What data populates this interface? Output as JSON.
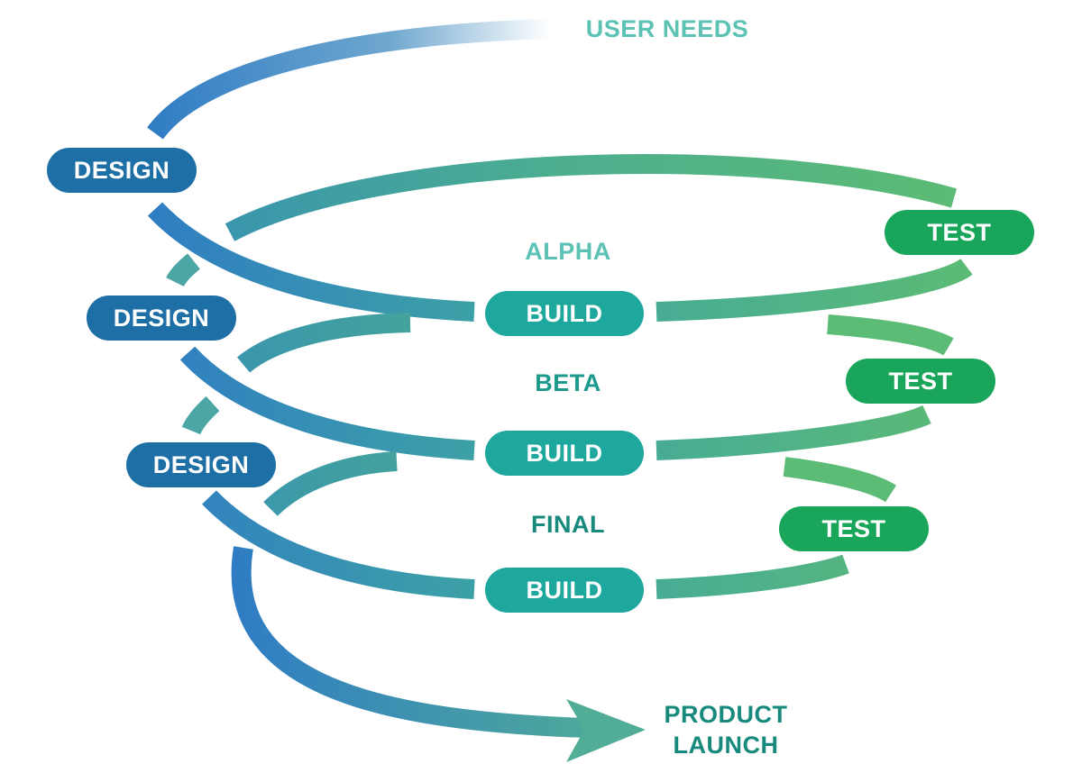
{
  "diagram": {
    "start_label": "USER NEEDS",
    "end_label_line1": "PRODUCT",
    "end_label_line2": "LAUNCH",
    "colors": {
      "blue": "#2f7cc4",
      "teal": "#3aa6a0",
      "green": "#57bb73",
      "design_fill": "#1d6fa6",
      "build_fill": "#1ea79c",
      "test_fill": "#1aa65a",
      "stage_label_light": "#5cc2b4",
      "stage_label_dark": "#178a7d"
    },
    "stages": [
      {
        "name": "ALPHA",
        "design": "DESIGN",
        "build": "BUILD",
        "test": "TEST"
      },
      {
        "name": "BETA",
        "design": "DESIGN",
        "build": "BUILD",
        "test": "TEST"
      },
      {
        "name": "FINAL",
        "design": "DESIGN",
        "build": "BUILD",
        "test": "TEST"
      }
    ]
  }
}
